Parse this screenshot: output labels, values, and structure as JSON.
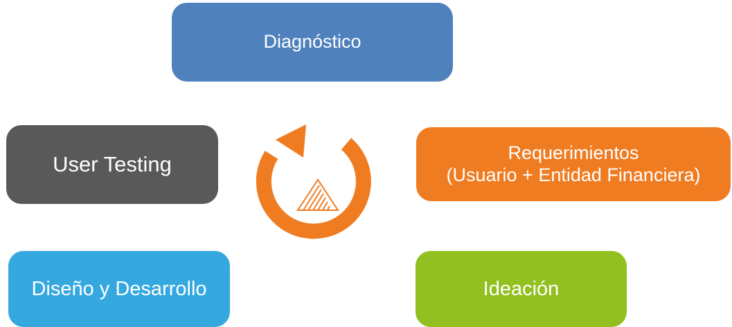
{
  "steps": {
    "diagnostico": "Diagnóstico",
    "user_testing": "User Testing",
    "requerimientos_line1": "Requerimientos",
    "requerimientos_line2": "(Usuario + Entidad Financiera)",
    "diseno": "Diseño y Desarrollo",
    "ideacion": "Ideación"
  },
  "colors": {
    "diagnostico": "#4f81bd",
    "user_testing": "#595959",
    "requerimientos": "#f07c22",
    "diseno": "#35a8e0",
    "ideacion": "#92c020",
    "cycle_arrow": "#f07c22"
  },
  "icons": {
    "cycle": "circular-arrow-icon",
    "logo": "triangle-logo-icon"
  }
}
